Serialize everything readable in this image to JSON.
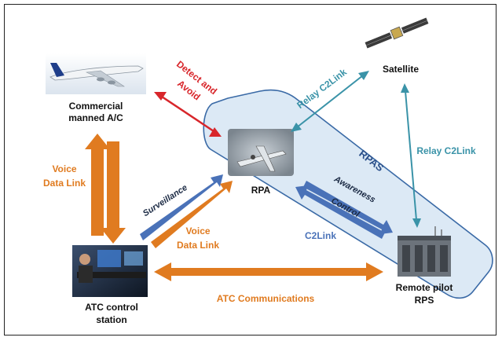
{
  "nodes": {
    "satellite": "Satellite",
    "commercial_line1": "Commercial",
    "commercial_line2": "manned A/C",
    "rpa": "RPA",
    "rpas": "RPAS",
    "atc_line1": "ATC control",
    "atc_line2": "station",
    "rps_line1": "Remote pilot",
    "rps_line2": "RPS"
  },
  "links": {
    "detect_line1": "Detect and",
    "detect_line2": "Avoid",
    "relay_left": "Relay C2Link",
    "relay_right": "Relay C2Link",
    "voice_left_line1": "Voice",
    "voice_left_line2": "Data Link",
    "voice_mid_line1": "Voice",
    "voice_mid_line2": "Data Link",
    "surveillance": "Surveillance",
    "awareness": "Awareness",
    "control": "Control",
    "c2link": "C2Link",
    "atc_comms": "ATC Communications"
  },
  "colors": {
    "orange": "#e07b20",
    "blue": "#4a72b8",
    "teal": "#3a93a8",
    "red": "#d8262b",
    "rpas_fill": "#dce9f5",
    "rpas_stroke": "#3a6aa6"
  }
}
